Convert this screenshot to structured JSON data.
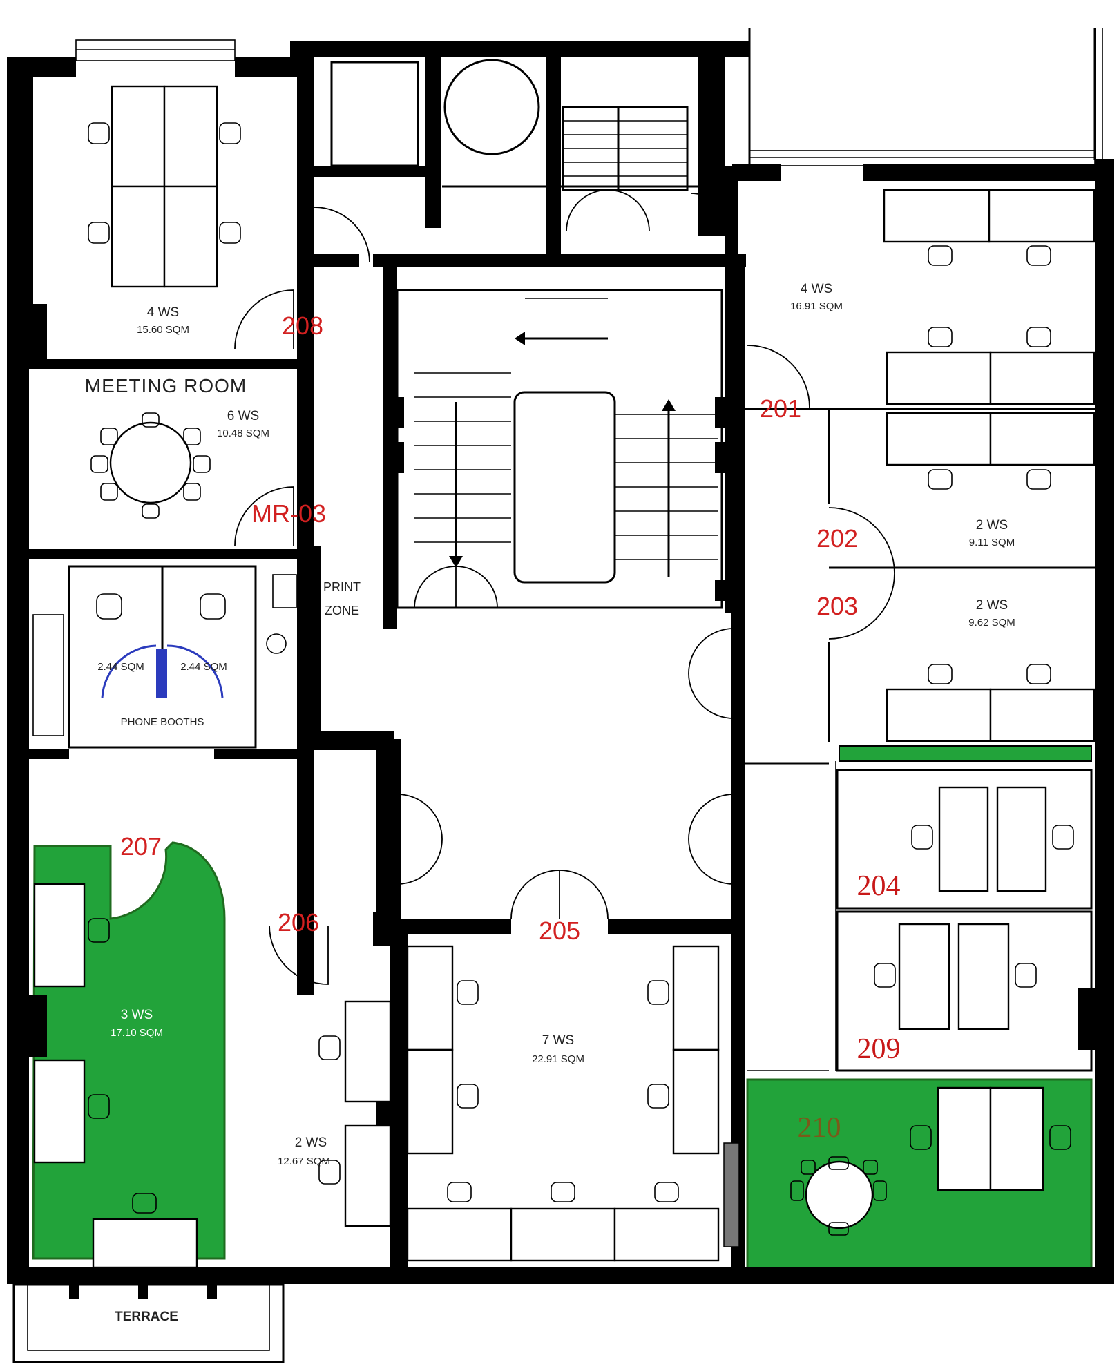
{
  "colors": {
    "highlight_green": "#22a33a",
    "wall": "#000000",
    "room_label_red": "#d22020",
    "room_label_brown": "#7a5a1a"
  },
  "rooms": {
    "r208": {
      "number": "208",
      "ws": "4 WS",
      "sqm": "15.60 SQM"
    },
    "meeting": {
      "title": "MEETING ROOM",
      "number": "MR-03",
      "ws": "6 WS",
      "sqm": "10.48 SQM"
    },
    "phone": {
      "title": "PHONE BOOTHS",
      "left_sqm": "2.44 SQM",
      "right_sqm": "2.44 SQM"
    },
    "print": {
      "line1": "PRINT",
      "line2": "ZONE"
    },
    "r201": {
      "number": "201",
      "ws": "4 WS",
      "sqm": "16.91 SQM"
    },
    "r202": {
      "number": "202",
      "ws": "2 WS",
      "sqm": "9.11 SQM"
    },
    "r203": {
      "number": "203",
      "ws": "2 WS",
      "sqm": "9.62 SQM"
    },
    "r204": {
      "number": "204"
    },
    "r205": {
      "number": "205",
      "ws": "7 WS",
      "sqm": "22.91 SQM"
    },
    "r206": {
      "number": "206",
      "ws": "2 WS",
      "sqm": "12.67 SQM"
    },
    "r207": {
      "number": "207",
      "ws": "3 WS",
      "sqm": "17.10 SQM"
    },
    "r209": {
      "number": "209"
    },
    "r210": {
      "number": "210"
    },
    "terrace": {
      "label": "TERRACE"
    }
  }
}
